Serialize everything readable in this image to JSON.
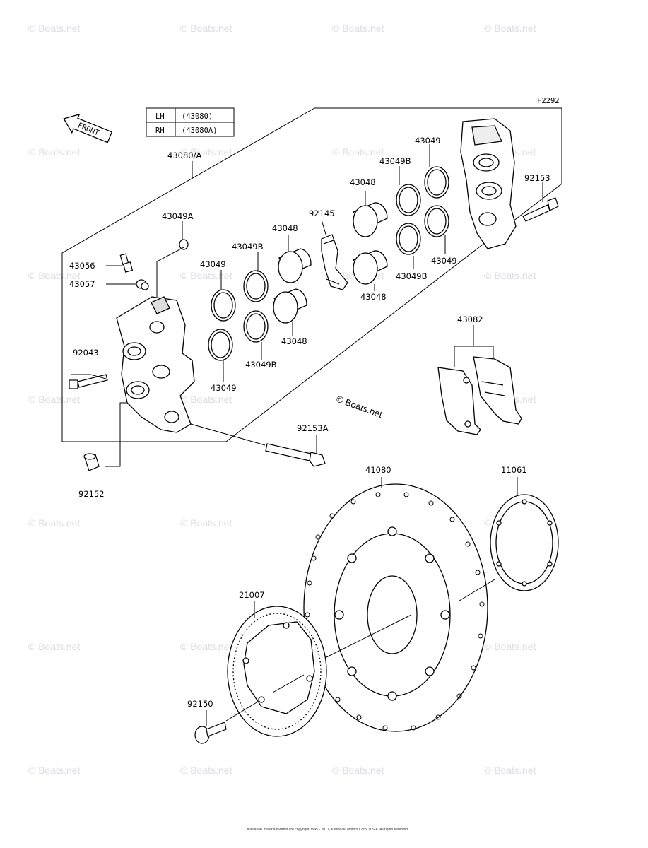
{
  "figure_code": "F2292",
  "front_label": "FRONT",
  "watermark_text": "© Boats.net",
  "center_watermark": "© Boats.net",
  "side_table": [
    {
      "side": "LH",
      "part": "(43080)"
    },
    {
      "side": "RH",
      "part": "(43080A)"
    }
  ],
  "assembly_label": "43080/A",
  "parts": {
    "p43049A": "43049A",
    "p43056": "43056",
    "p43057": "43057",
    "p92043": "92043",
    "p92152": "92152",
    "p92153A": "92153A",
    "p43049_a": "43049",
    "p43049_b": "43049",
    "p43049B_a": "43049B",
    "p43049B_b": "43049B",
    "p43048_a": "43048",
    "p43048_b": "43048",
    "p92145": "92145",
    "p43048_c": "43048",
    "p43048_d": "43048",
    "p43049B_c": "43049B",
    "p43049_c": "43049",
    "p43049B_d": "43049B",
    "p43049_d": "43049",
    "p92153": "92153",
    "p43082": "43082",
    "p41080": "41080",
    "p11061": "11061",
    "p21007": "21007",
    "p92150": "92150"
  },
  "copyright": "Kawasaki materials within are copyright 1995 - 2017, Kawasaki Motors Corp, U.S.A. All rights reserved."
}
